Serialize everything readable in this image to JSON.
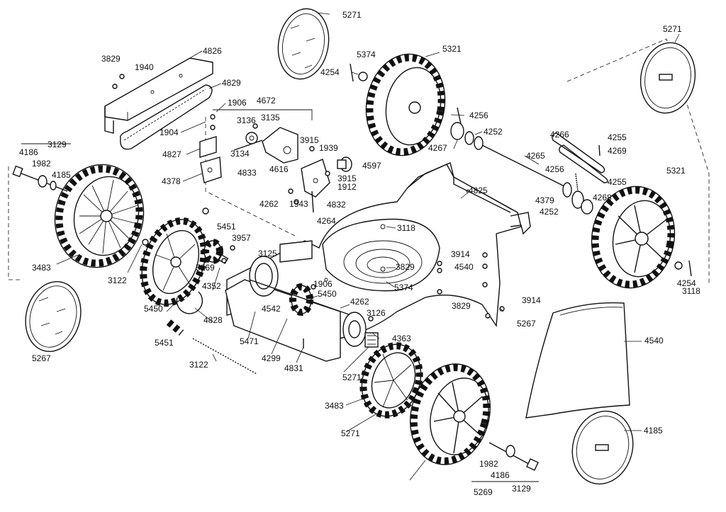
{
  "labels": [
    "5271",
    "4826",
    "3829",
    "1940",
    "5374",
    "5321",
    "5271",
    "4254",
    "4829",
    "1906",
    "4672",
    "3135",
    "3136",
    "1904",
    "3134",
    "4827",
    "4833",
    "4616",
    "3915",
    "1939",
    "4597",
    "4256",
    "4252",
    "4267",
    "4266",
    "4255",
    "4269",
    "4265",
    "4256",
    "4255",
    "5321",
    "4186",
    "3129",
    "1982",
    "4185",
    "4378",
    "4825",
    "3915",
    "1943",
    "1912",
    "4832",
    "4262",
    "4264",
    "4268",
    "4252",
    "4379",
    "5451",
    "3957",
    "3118",
    "3125",
    "5269",
    "3483",
    "3122",
    "4352",
    "3829",
    "3914",
    "4540",
    "1906",
    "5374",
    "4254",
    "3118",
    "5450",
    "4262",
    "3829",
    "3914",
    "5267",
    "5450",
    "4828",
    "4542",
    "5451",
    "3126",
    "4363",
    "4540",
    "5471",
    "4299",
    "4831",
    "3122",
    "5271",
    "5267",
    "3483",
    "5271",
    "4185",
    "1982",
    "4186",
    "3129",
    "5269"
  ]
}
